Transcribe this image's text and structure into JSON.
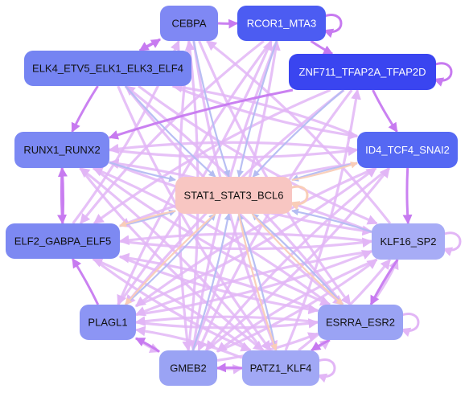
{
  "graph": {
    "nodes": [
      {
        "id": "cebpa",
        "label": "CEBPA",
        "color": "#7f88f4",
        "text_color": "#111111"
      },
      {
        "id": "rcor1",
        "label": "RCOR1_MTA3",
        "color": "#4c5cf2",
        "text_color": "#ffffff"
      },
      {
        "id": "elk4",
        "label": "ELK4_ETV5_ELK1_ELK3_ELF4",
        "color": "#7584f2",
        "text_color": "#111111"
      },
      {
        "id": "znf711",
        "label": "ZNF711_TFAP2A_TFAP2D",
        "color": "#3a45f0",
        "text_color": "#ffffff"
      },
      {
        "id": "runx1",
        "label": "RUNX1_RUNX2",
        "color": "#7b88f3",
        "text_color": "#111111"
      },
      {
        "id": "id4",
        "label": "ID4_TCF4_SNAI2",
        "color": "#5568f3",
        "text_color": "#ffffff"
      },
      {
        "id": "stat1",
        "label": "STAT1_STAT3_BCL6",
        "color": "#f8c6c2",
        "text_color": "#111111"
      },
      {
        "id": "elf2",
        "label": "ELF2_GABPA_ELF5",
        "color": "#7d89f2",
        "text_color": "#111111"
      },
      {
        "id": "klf16",
        "label": "KLF16_SP2",
        "color": "#a7acf6",
        "text_color": "#111111"
      },
      {
        "id": "plagl1",
        "label": "PLAGL1",
        "color": "#8c95f4",
        "text_color": "#111111"
      },
      {
        "id": "esrra",
        "label": "ESRRA_ESR2",
        "color": "#9aa3f4",
        "text_color": "#111111"
      },
      {
        "id": "gmeb2",
        "label": "GMEB2",
        "color": "#9aa3f4",
        "text_color": "#111111"
      },
      {
        "id": "patz1",
        "label": "PATZ1_KLF4",
        "color": "#a1a8f5",
        "text_color": "#111111"
      }
    ],
    "edges": [
      {
        "from": "cebpa",
        "to": "stat1",
        "kind": "blue"
      },
      {
        "from": "rcor1",
        "to": "stat1",
        "kind": "blue"
      },
      {
        "from": "elk4",
        "to": "stat1",
        "kind": "blue"
      },
      {
        "from": "znf711",
        "to": "stat1",
        "kind": "blue"
      },
      {
        "from": "runx1",
        "to": "stat1",
        "kind": "blue"
      },
      {
        "from": "id4",
        "to": "stat1",
        "kind": "blue"
      },
      {
        "from": "elf2",
        "to": "stat1",
        "kind": "blue"
      },
      {
        "from": "klf16",
        "to": "stat1",
        "kind": "blue"
      },
      {
        "from": "plagl1",
        "to": "stat1",
        "kind": "blue"
      },
      {
        "from": "esrra",
        "to": "stat1",
        "kind": "blue"
      },
      {
        "from": "gmeb2",
        "to": "stat1",
        "kind": "blue"
      },
      {
        "from": "patz1",
        "to": "stat1",
        "kind": "blue"
      },
      {
        "from": "stat1",
        "to": "esrra",
        "kind": "peach"
      },
      {
        "from": "stat1",
        "to": "plagl1",
        "kind": "peach"
      },
      {
        "from": "stat1",
        "to": "id4",
        "kind": "peach"
      },
      {
        "from": "stat1",
        "to": "elf2",
        "kind": "peach"
      },
      {
        "from": "stat1",
        "to": "patz1",
        "kind": "peach"
      },
      {
        "from": "znf711",
        "to": "runx1",
        "kind": "purple"
      },
      {
        "from": "elk4",
        "to": "runx1",
        "kind": "purple"
      },
      {
        "from": "runx1",
        "to": "elf2",
        "kind": "purple"
      },
      {
        "from": "elf2",
        "to": "runx1",
        "kind": "purple"
      },
      {
        "from": "rcor1",
        "to": "znf711",
        "kind": "purple"
      },
      {
        "from": "id4",
        "to": "klf16",
        "kind": "purple"
      },
      {
        "from": "klf16",
        "to": "esrra",
        "kind": "purple"
      },
      {
        "from": "esrra",
        "to": "patz1",
        "kind": "purple"
      },
      {
        "from": "patz1",
        "to": "gmeb2",
        "kind": "purple"
      },
      {
        "from": "gmeb2",
        "to": "plagl1",
        "kind": "purple"
      },
      {
        "from": "plagl1",
        "to": "elf2",
        "kind": "purple"
      },
      {
        "from": "cebpa",
        "to": "elk4",
        "kind": "purple"
      },
      {
        "from": "elk4",
        "to": "cebpa",
        "kind": "purple"
      },
      {
        "from": "cebpa",
        "to": "rcor1",
        "kind": "purple"
      },
      {
        "from": "znf711",
        "to": "id4",
        "kind": "purple"
      },
      {
        "from": "cebpa",
        "to": "esrra",
        "kind": "light"
      },
      {
        "from": "cebpa",
        "to": "patz1",
        "kind": "light"
      },
      {
        "from": "cebpa",
        "to": "gmeb2",
        "kind": "light"
      },
      {
        "from": "rcor1",
        "to": "plagl1",
        "kind": "light"
      },
      {
        "from": "rcor1",
        "to": "gmeb2",
        "kind": "light"
      },
      {
        "from": "rcor1",
        "to": "elf2",
        "kind": "light"
      },
      {
        "from": "elk4",
        "to": "esrra",
        "kind": "light"
      },
      {
        "from": "elk4",
        "to": "klf16",
        "kind": "light"
      },
      {
        "from": "elk4",
        "to": "patz1",
        "kind": "light"
      },
      {
        "from": "elk4",
        "to": "id4",
        "kind": "light"
      },
      {
        "from": "znf711",
        "to": "plagl1",
        "kind": "light"
      },
      {
        "from": "znf711",
        "to": "gmeb2",
        "kind": "light"
      },
      {
        "from": "znf711",
        "to": "elf2",
        "kind": "light"
      },
      {
        "from": "runx1",
        "to": "id4",
        "kind": "light"
      },
      {
        "from": "runx1",
        "to": "klf16",
        "kind": "light"
      },
      {
        "from": "runx1",
        "to": "esrra",
        "kind": "light"
      },
      {
        "from": "runx1",
        "to": "patz1",
        "kind": "light"
      },
      {
        "from": "id4",
        "to": "runx1",
        "kind": "light"
      },
      {
        "from": "id4",
        "to": "elf2",
        "kind": "light"
      },
      {
        "from": "id4",
        "to": "plagl1",
        "kind": "light"
      },
      {
        "from": "id4",
        "to": "gmeb2",
        "kind": "light"
      },
      {
        "from": "id4",
        "to": "elk4",
        "kind": "light"
      },
      {
        "from": "elf2",
        "to": "klf16",
        "kind": "light"
      },
      {
        "from": "elf2",
        "to": "esrra",
        "kind": "light"
      },
      {
        "from": "elf2",
        "to": "patz1",
        "kind": "light"
      },
      {
        "from": "elf2",
        "to": "cebpa",
        "kind": "light"
      },
      {
        "from": "klf16",
        "to": "elf2",
        "kind": "light"
      },
      {
        "from": "klf16",
        "to": "plagl1",
        "kind": "light"
      },
      {
        "from": "klf16",
        "to": "gmeb2",
        "kind": "light"
      },
      {
        "from": "klf16",
        "to": "runx1",
        "kind": "light"
      },
      {
        "from": "klf16",
        "to": "cebpa",
        "kind": "light"
      },
      {
        "from": "plagl1",
        "to": "esrra",
        "kind": "light"
      },
      {
        "from": "plagl1",
        "to": "klf16",
        "kind": "light"
      },
      {
        "from": "plagl1",
        "to": "id4",
        "kind": "light"
      },
      {
        "from": "plagl1",
        "to": "rcor1",
        "kind": "light"
      },
      {
        "from": "plagl1",
        "to": "gmeb2",
        "kind": "light"
      },
      {
        "from": "esrra",
        "to": "plagl1",
        "kind": "light"
      },
      {
        "from": "esrra",
        "to": "elf2",
        "kind": "light"
      },
      {
        "from": "esrra",
        "to": "runx1",
        "kind": "light"
      },
      {
        "from": "esrra",
        "to": "elk4",
        "kind": "light"
      },
      {
        "from": "esrra",
        "to": "klf16",
        "kind": "light"
      },
      {
        "from": "gmeb2",
        "to": "esrra",
        "kind": "light"
      },
      {
        "from": "gmeb2",
        "to": "klf16",
        "kind": "light"
      },
      {
        "from": "gmeb2",
        "to": "id4",
        "kind": "light"
      },
      {
        "from": "gmeb2",
        "to": "rcor1",
        "kind": "light"
      },
      {
        "from": "gmeb2",
        "to": "cebpa",
        "kind": "light"
      },
      {
        "from": "gmeb2",
        "to": "patz1",
        "kind": "light"
      },
      {
        "from": "patz1",
        "to": "plagl1",
        "kind": "light"
      },
      {
        "from": "patz1",
        "to": "elf2",
        "kind": "light"
      },
      {
        "from": "patz1",
        "to": "runx1",
        "kind": "light"
      },
      {
        "from": "patz1",
        "to": "znf711",
        "kind": "light"
      },
      {
        "from": "patz1",
        "to": "klf16",
        "kind": "light"
      },
      {
        "from": "patz1",
        "to": "esrra",
        "kind": "light"
      }
    ],
    "self_loops": [
      "rcor1",
      "klf16",
      "esrra",
      "patz1",
      "stat1",
      "znf711"
    ],
    "edge_colors": {
      "blue": "#b4bcf2",
      "peach": "#f9cdb8",
      "purple": "#c77af0",
      "light": "#e2b6f6"
    }
  }
}
